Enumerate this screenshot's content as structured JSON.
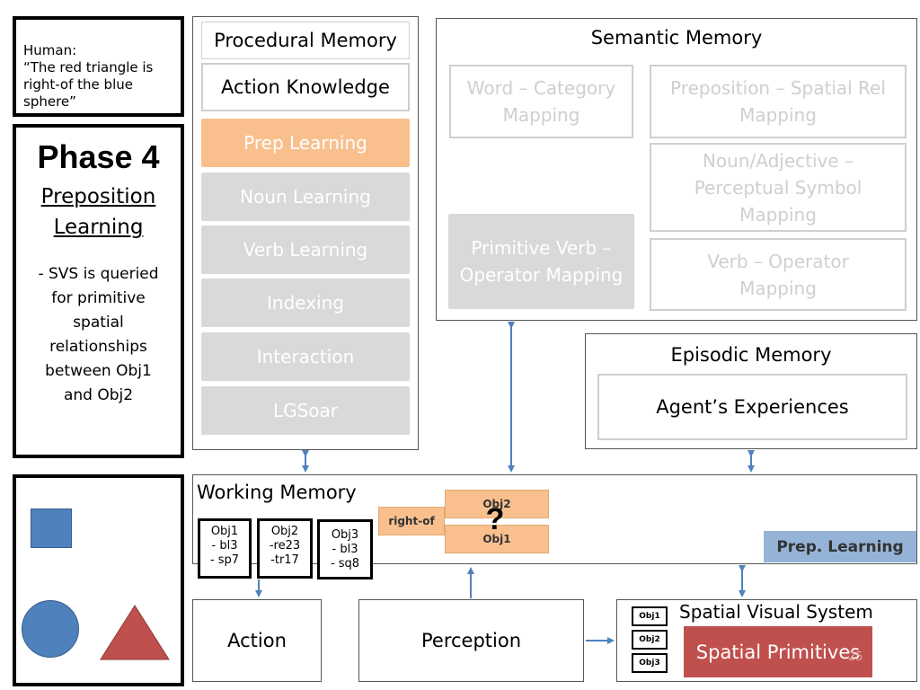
{
  "human_box": {
    "text": "Human:\n“The red triangle is right-of the blue sphere”"
  },
  "phase_box": {
    "title": "Phase 4",
    "subtitle": "Preposition Learning",
    "description": "- SVS is queried for primitive spatial relationships between Obj1 and Obj2"
  },
  "procedural_memory": {
    "title": "Procedural Memory",
    "action_knowledge": "Action Knowledge",
    "modules": [
      "Prep Learning",
      "Noun Learning",
      "Verb Learning",
      "Indexing",
      "Interaction",
      "LGSoar"
    ]
  },
  "semantic_memory": {
    "title": "Semantic Memory",
    "word_category": "Word – Category Mapping",
    "preposition_spatial": "Preposition – Spatial Rel Mapping",
    "noun_adjective": "Noun/Adjective – Perceptual Symbol Mapping",
    "primitive_verb": "Primitive Verb – Operator Mapping",
    "verb_operator": "Verb – Operator Mapping"
  },
  "episodic_memory": {
    "title": "Episodic Memory",
    "content": "Agent’s Experiences"
  },
  "working_memory": {
    "title": "Working Memory",
    "objects": [
      {
        "name": "Obj1",
        "line1": "- bl3",
        "line2": "- sp7"
      },
      {
        "name": "Obj2",
        "line1": "-re23",
        "line2": "-tr17"
      },
      {
        "name": "Obj3",
        "line1": "- bl3",
        "line2": "- sq8"
      }
    ],
    "relation": "right-of",
    "rel_obj_top": "Obj2",
    "rel_obj_bottom": "Obj1",
    "question_mark": "?",
    "prep_learning_label": "Prep. Learning"
  },
  "action": {
    "label": "Action"
  },
  "perception": {
    "label": "Perception"
  },
  "svs": {
    "title": "Spatial Visual System",
    "objects": [
      "Obj1",
      "Obj2",
      "Obj3"
    ],
    "primitives": "Spatial Primitives",
    "page_number": "25"
  },
  "colors": {
    "orange": "#f9c08e",
    "grey_module": "#d9d9d9",
    "prep_learning_blue": "#95b3d7",
    "spatial_primitives_red": "#c0504d",
    "arrow_blue": "#4f81bd",
    "shape_blue": "#4f81bd",
    "shape_red": "#c0504d"
  },
  "shapes": [
    "blue-square",
    "blue-circle",
    "red-triangle"
  ]
}
